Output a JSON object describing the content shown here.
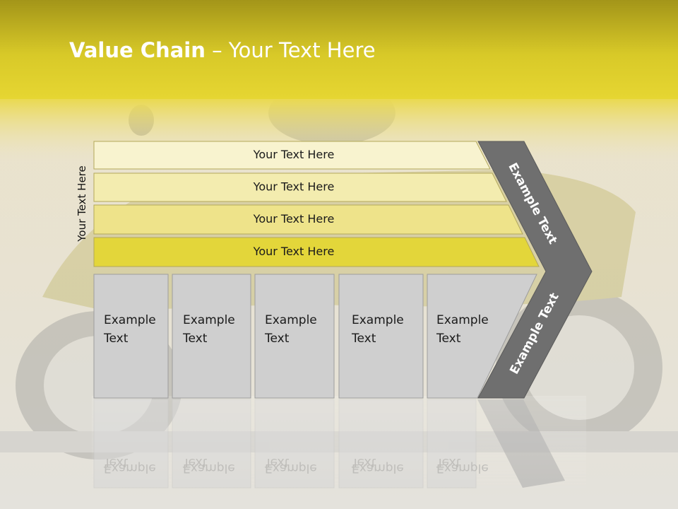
{
  "slide": {
    "title_bold": "Value Chain",
    "title_rest": " – Your Text Here",
    "side_label": "Your Text Here"
  },
  "rows": [
    {
      "label": "Your Text Here",
      "fill": "#f8f3cf"
    },
    {
      "label": "Your Text Here",
      "fill": "#f3ecaf"
    },
    {
      "label": "Your Text Here",
      "fill": "#eee38a"
    },
    {
      "label": "Your Text Here",
      "fill": "#e3d63a"
    }
  ],
  "columns": [
    {
      "line1": "Example",
      "line2": "Text"
    },
    {
      "line1": "Example",
      "line2": "Text"
    },
    {
      "line1": "Example",
      "line2": "Text"
    },
    {
      "line1": "Example",
      "line2": "Text"
    },
    {
      "line1": "Example",
      "line2": "Text"
    }
  ],
  "chevron": {
    "upper_label": "Example Text",
    "lower_label": "Example Text"
  },
  "colors": {
    "header_top": "#a6981a",
    "header_mid": "#e2d229",
    "column_fill": "#cfcfcf",
    "chevron_fill": "#6f6f6f"
  }
}
